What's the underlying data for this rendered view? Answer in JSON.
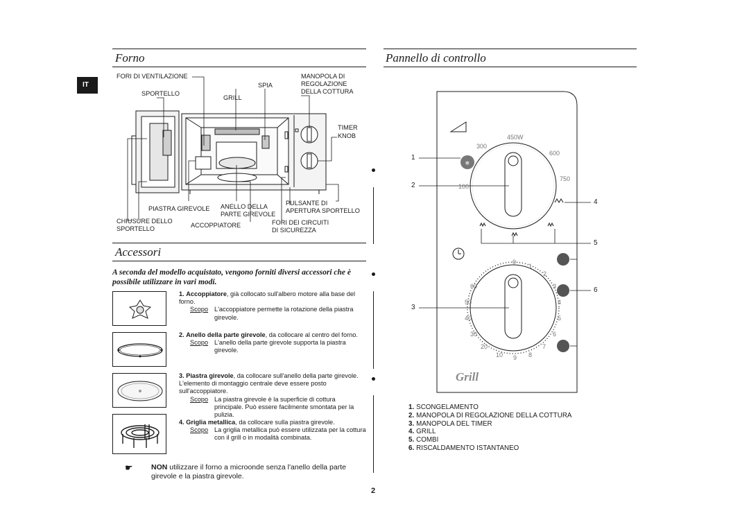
{
  "sections": {
    "forno": "Forno",
    "pannello": "Pannello di controllo",
    "accessori": "Accessori"
  },
  "language_tab": "IT",
  "oven_labels": {
    "fori_ventilazione": "FORI DI VENTILAZIONE",
    "spia": "SPIA",
    "manopola_1": "MANOPOLA DI",
    "manopola_2": "REGOLAZIONE",
    "manopola_3": "DELLA COTTURA",
    "sportello": "SPORTELLO",
    "grill": "GRILL",
    "timer": "TIMER",
    "knob": "KNOB",
    "piastra_girevole": "PIASTRA GIREVOLE",
    "anello_1": "ANELLO DELLA",
    "anello_2": "PARTE GIREVOLE",
    "pulsante_1": "PULSANTE DI",
    "pulsante_2": "APERTURA SPORTELLO",
    "chiusure_1": "CHIUSURE DELLO",
    "chiusure_2": "SPORTELLO",
    "accoppiatore": "ACCOPPIATORE",
    "fori_1": "FORI DEI CIRCUITI",
    "fori_2": "DI SICUREZZA"
  },
  "intro": "A seconda del modello acquistato, vengono forniti diversi accessori che è possibile utilizzare in vari modi.",
  "accessories": [
    {
      "num": "1.",
      "name": "Accoppiatore",
      "desc": ", già collocato sull'albero motore alla base del forno.",
      "scopo_label": "Scopo",
      "scopo": "L'accoppiatore permette la rotazione della piastra girevole."
    },
    {
      "num": "2.",
      "name": "Anello della parte girevole",
      "desc": ", da collocare al centro del forno.",
      "scopo_label": "Scopo",
      "scopo": "L'anello della parte girevole supporta la piastra girevole."
    },
    {
      "num": "3.",
      "name": "Piastra girevole",
      "desc": ", da collocare sull'anello della parte girevole. L'elemento di montaggio centrale deve essere posto sull'accoppiatore.",
      "scopo_label": "Scopo",
      "scopo": "La piastra girevole è la superficie di cottura principale. Può essere facilmente smontata per la pulizia."
    },
    {
      "num": "4.",
      "name": "Griglia metallica",
      "desc": ", da collocare sulla piastra girevole.",
      "scopo_label": "Scopo",
      "scopo": "La griglia metallica può essere utilizzata per la cottura con il grill o in modalità combinata."
    }
  ],
  "note": {
    "bold": "NON",
    "text": " utilizzare il forno a microonde senza l'anello della parte girevole e la piastra girevole."
  },
  "panel": {
    "power_scale": [
      "100",
      "300",
      "450W",
      "600",
      "750"
    ],
    "timer_scale": [
      "0",
      "1",
      "2",
      "3",
      "4",
      "5",
      "6",
      "7",
      "8",
      "9",
      "10",
      "20",
      "30",
      "40",
      "50",
      "60"
    ],
    "brand": "Grill",
    "callouts": [
      "1",
      "2",
      "3",
      "4",
      "5",
      "6"
    ]
  },
  "legend": [
    {
      "num": "1.",
      "label": "SCONGELAMENTO"
    },
    {
      "num": "2.",
      "label": "MANOPOLA DI REGOLAZIONE DELLA COTTURA"
    },
    {
      "num": "3.",
      "label": "MANOPOLA DEL TIMER"
    },
    {
      "num": "4.",
      "label": "GRILL"
    },
    {
      "num": "5.",
      "label": "COMBI"
    },
    {
      "num": "6.",
      "label": "RISCALDAMENTO ISTANTANEO"
    }
  ],
  "page_number": "2"
}
